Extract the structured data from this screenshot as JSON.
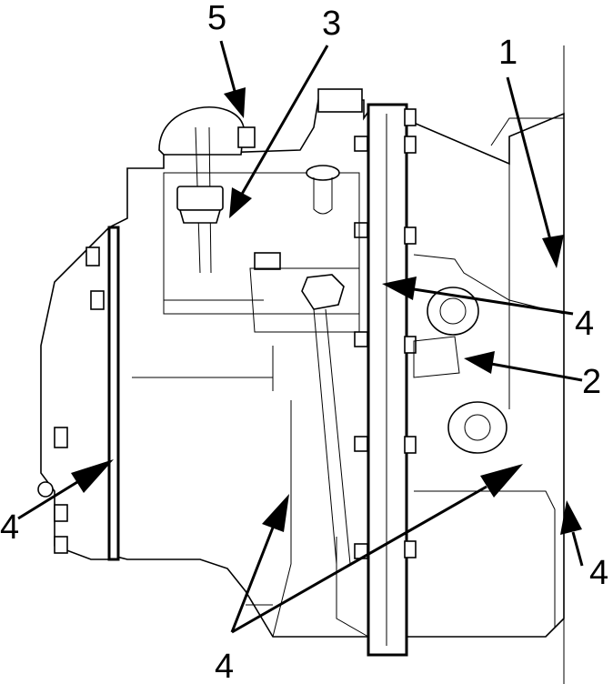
{
  "callouts": {
    "c1": "1",
    "c2": "2",
    "c3": "3",
    "c4_a": "4",
    "c4_b": "4",
    "c4_c": "4",
    "c4_d": "4",
    "c5": "5"
  }
}
